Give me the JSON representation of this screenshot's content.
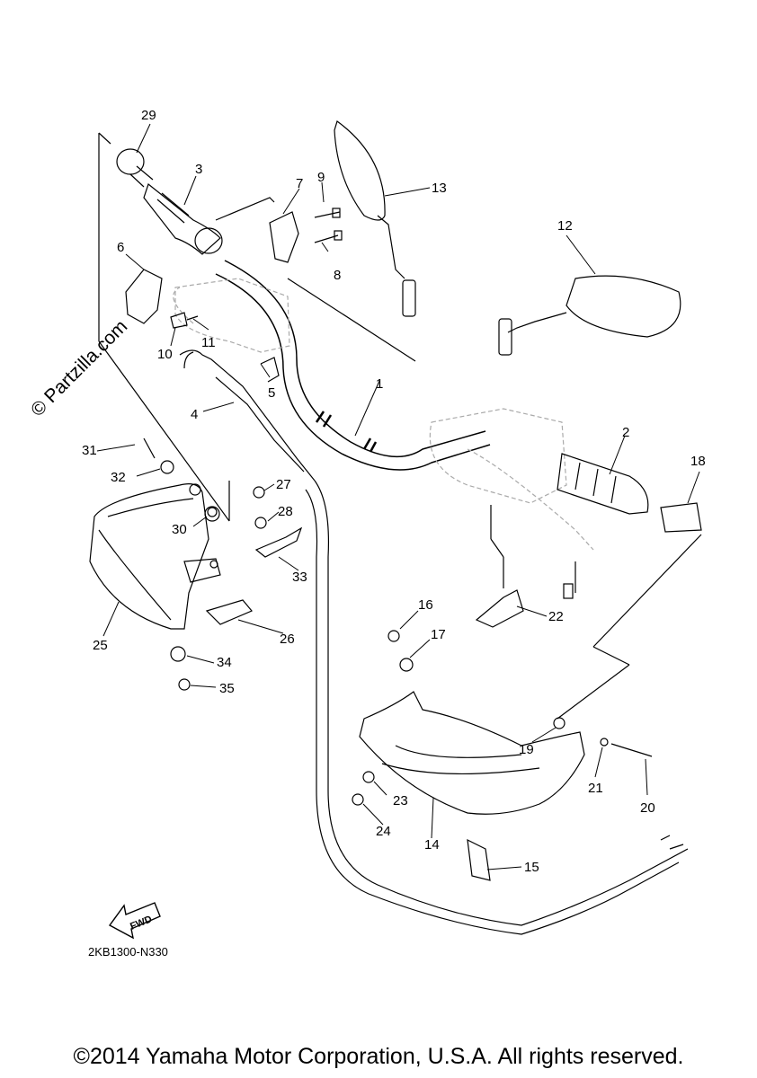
{
  "callouts": {
    "c1": "1",
    "c2": "2",
    "c3": "3",
    "c4": "4",
    "c5": "5",
    "c6": "6",
    "c7": "7",
    "c8": "8",
    "c9": "9",
    "c10": "10",
    "c11": "11",
    "c12": "12",
    "c13": "13",
    "c14": "14",
    "c15": "15",
    "c16": "16",
    "c17": "17",
    "c18": "18",
    "c19": "19",
    "c20": "20",
    "c21": "21",
    "c22": "22",
    "c23": "23",
    "c24": "24",
    "c25": "25",
    "c26": "26",
    "c27": "27",
    "c28": "28",
    "c29": "29",
    "c30": "30",
    "c31": "31",
    "c32": "32",
    "c33": "33",
    "c34": "34",
    "c35": "35"
  },
  "fwd_label": "FWD",
  "watermark": "© Partzilla.com",
  "diagram_code": "2KB1300-N330",
  "copyright": "©2014 Yamaha Motor Corporation, U.S.A. All rights reserved."
}
